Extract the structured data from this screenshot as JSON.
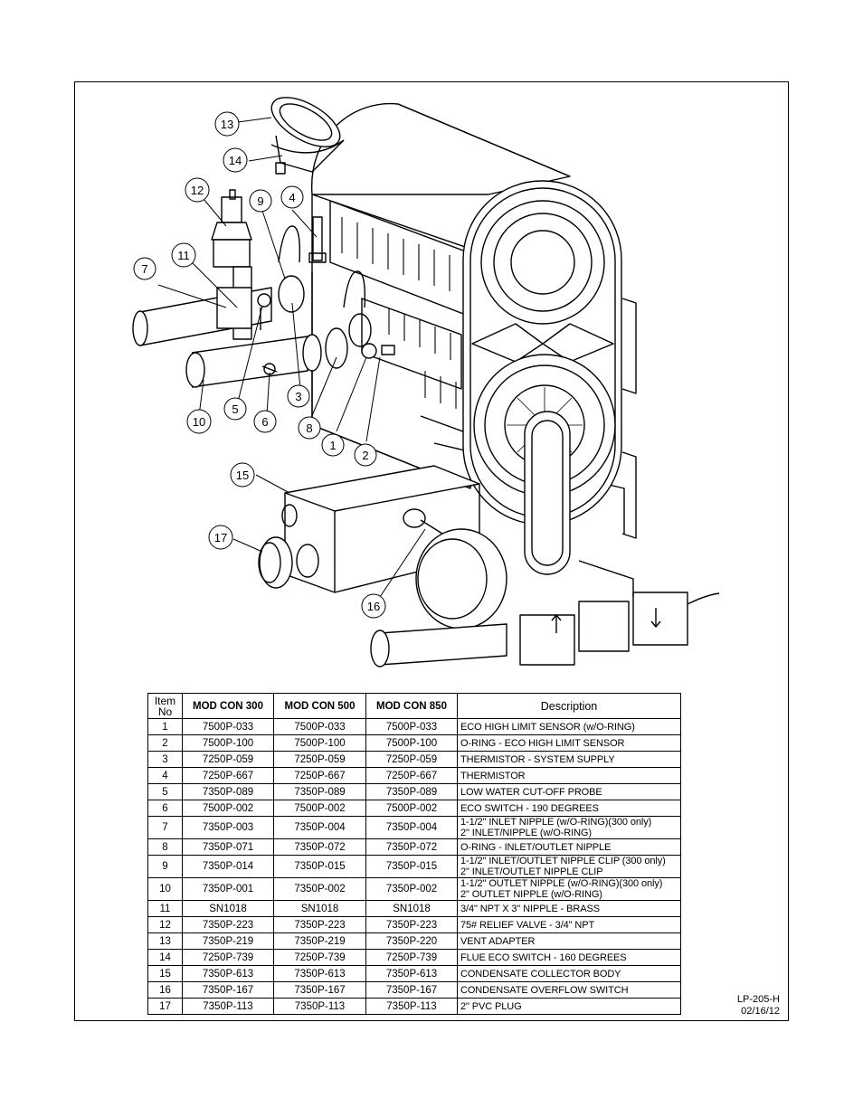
{
  "callouts": [
    "1",
    "2",
    "3",
    "4",
    "5",
    "6",
    "7",
    "8",
    "9",
    "10",
    "11",
    "12",
    "13",
    "14",
    "15",
    "16",
    "17"
  ],
  "table": {
    "headers": {
      "item": [
        "Item",
        "No"
      ],
      "mod300": "MOD CON 300",
      "mod500": "MOD CON 500",
      "mod850": "MOD CON 850",
      "description": "Description"
    },
    "rows": [
      {
        "item": "1",
        "m300": "7500P-033",
        "m500": "7500P-033",
        "m850": "7500P-033",
        "desc": [
          "ECO HIGH LIMIT SENSOR (w/O-RING)"
        ]
      },
      {
        "item": "2",
        "m300": "7500P-100",
        "m500": "7500P-100",
        "m850": "7500P-100",
        "desc": [
          "O-RING - ECO HIGH LIMIT SENSOR"
        ]
      },
      {
        "item": "3",
        "m300": "7250P-059",
        "m500": "7250P-059",
        "m850": "7250P-059",
        "desc": [
          "THERMISTOR  -  SYSTEM SUPPLY"
        ]
      },
      {
        "item": "4",
        "m300": "7250P-667",
        "m500": "7250P-667",
        "m850": "7250P-667",
        "desc": [
          "THERMISTOR"
        ]
      },
      {
        "item": "5",
        "m300": "7350P-089",
        "m500": "7350P-089",
        "m850": "7350P-089",
        "desc": [
          "LOW WATER CUT-OFF PROBE"
        ]
      },
      {
        "item": "6",
        "m300": "7500P-002",
        "m500": "7500P-002",
        "m850": "7500P-002",
        "desc": [
          "ECO SWITCH - 190 DEGREES"
        ]
      },
      {
        "item": "7",
        "m300": "7350P-003",
        "m500": "7350P-004",
        "m850": "7350P-004",
        "desc": [
          "1-1/2\" INLET NIPPLE (w/O-RING)(300 only)",
          "2\" INLET/NIPPLE (w/O-RING)"
        ]
      },
      {
        "item": "8",
        "m300": "7350P-071",
        "m500": "7350P-072",
        "m850": "7350P-072",
        "desc": [
          "O-RING - INLET/OUTLET NIPPLE"
        ]
      },
      {
        "item": "9",
        "m300": "7350P-014",
        "m500": "7350P-015",
        "m850": "7350P-015",
        "desc": [
          "1-1/2\" INLET/OUTLET NIPPLE CLIP (300 only)",
          "2\" INLET/OUTLET NIPPLE CLIP"
        ]
      },
      {
        "item": "10",
        "m300": "7350P-001",
        "m500": "7350P-002",
        "m850": "7350P-002",
        "desc": [
          "1-1/2\" OUTLET NIPPLE (w/O-RING)(300 only)",
          "2\" OUTLET NIPPLE (w/O-RING)"
        ]
      },
      {
        "item": "11",
        "m300": "SN1018",
        "m500": "SN1018",
        "m850": "SN1018",
        "desc": [
          "3/4\" NPT X 3\" NIPPLE - BRASS"
        ]
      },
      {
        "item": "12",
        "m300": "7350P-223",
        "m500": "7350P-223",
        "m850": "7350P-223",
        "desc": [
          "75# RELIEF VALVE - 3/4\" NPT"
        ]
      },
      {
        "item": "13",
        "m300": "7350P-219",
        "m500": "7350P-219",
        "m850": "7350P-220",
        "desc": [
          "VENT ADAPTER"
        ]
      },
      {
        "item": "14",
        "m300": "7250P-739",
        "m500": "7250P-739",
        "m850": "7250P-739",
        "desc": [
          "FLUE ECO SWITCH - 160 DEGREES"
        ]
      },
      {
        "item": "15",
        "m300": "7350P-613",
        "m500": "7350P-613",
        "m850": "7350P-613",
        "desc": [
          "CONDENSATE COLLECTOR BODY"
        ]
      },
      {
        "item": "16",
        "m300": "7350P-167",
        "m500": "7350P-167",
        "m850": "7350P-167",
        "desc": [
          "CONDENSATE OVERFLOW SWITCH"
        ]
      },
      {
        "item": "17",
        "m300": "7350P-113",
        "m500": "7350P-113",
        "m850": "7350P-113",
        "desc": [
          "2\" PVC PLUG"
        ]
      }
    ]
  },
  "stamp": {
    "code": "LP-205-H",
    "date": "02/16/12"
  }
}
